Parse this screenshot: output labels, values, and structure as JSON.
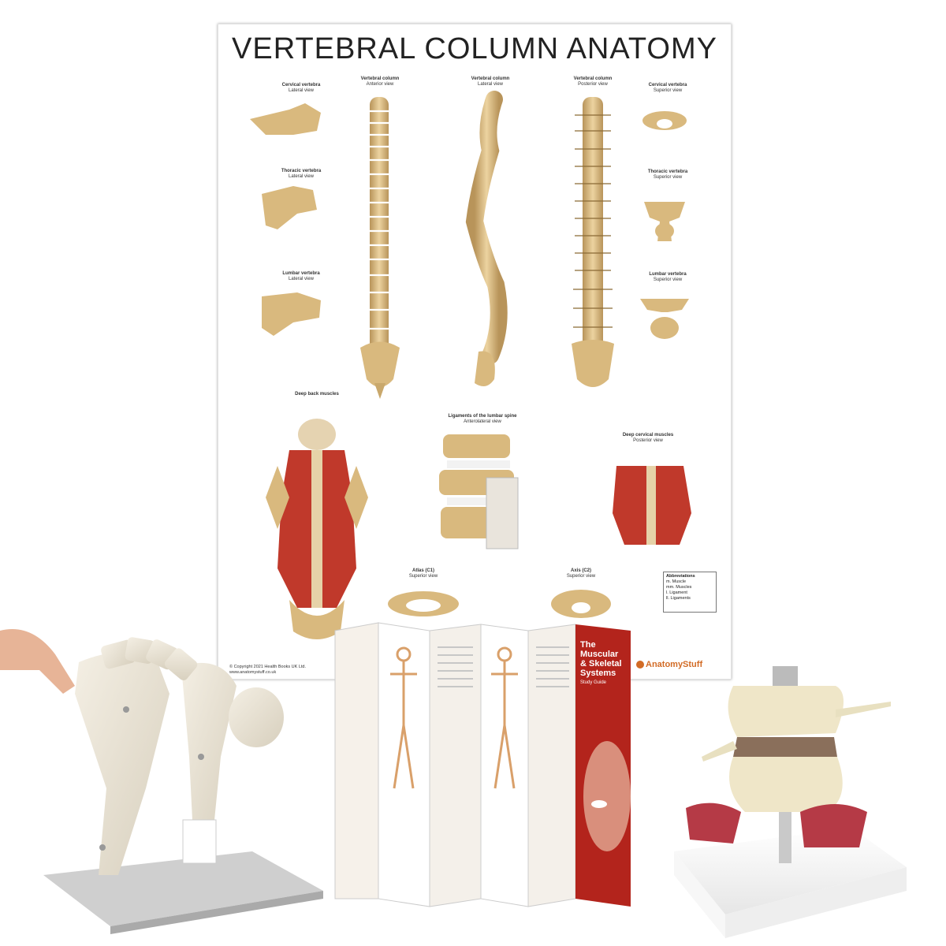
{
  "poster": {
    "title": "VERTEBRAL COLUMN ANATOMY",
    "sections": [
      {
        "heading": "Cervical vertebra",
        "sub": "Lateral view"
      },
      {
        "heading": "Thoracic vertebra",
        "sub": "Lateral view"
      },
      {
        "heading": "Lumbar vertebra",
        "sub": "Lateral view"
      },
      {
        "heading": "Vertebral column",
        "sub": "Anterior view"
      },
      {
        "heading": "Vertebral column",
        "sub": "Lateral view"
      },
      {
        "heading": "Vertebral column",
        "sub": "Posterior view"
      },
      {
        "heading": "Cervical vertebra",
        "sub": "Superior view"
      },
      {
        "heading": "Thoracic vertebra",
        "sub": "Superior view"
      },
      {
        "heading": "Lumbar vertebra",
        "sub": "Superior view"
      },
      {
        "heading": "Deep back muscles",
        "sub": ""
      },
      {
        "heading": "Ligaments of the lumbar spine",
        "sub": "Anterolateral view"
      },
      {
        "heading": "Deep cervical muscles",
        "sub": "Posterior view"
      },
      {
        "heading": "Atlas (C1)",
        "sub": "Superior view"
      },
      {
        "heading": "Axis (C2)",
        "sub": "Superior view"
      }
    ],
    "abbreviations": {
      "heading": "Abbreviations",
      "items": [
        "m. Muscle",
        "mm. Muscles",
        "l. Ligament",
        "ll. Ligaments"
      ]
    },
    "copyright": [
      "© Copyright 2021 Health Books UK Ltd.",
      "www.anatomystuff.co.uk"
    ],
    "brand": "AnatomyStuff"
  },
  "guide": {
    "title_lines": [
      "The Muscular",
      "& Skeletal",
      "Systems"
    ],
    "subtitle": "Study Guide"
  },
  "colors": {
    "bone": "#e2c48e",
    "bone_shadow": "#b8945a",
    "muscle": "#c0392b",
    "guide_red": "#b3241c",
    "model_white": "#ece6d8",
    "brand_orange": "#d26b25"
  }
}
